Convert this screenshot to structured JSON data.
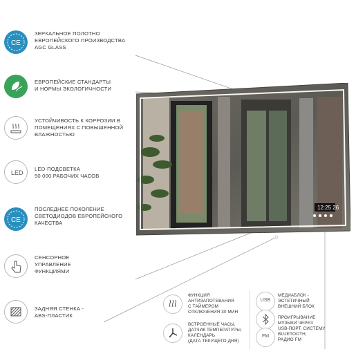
{
  "features": [
    {
      "lines": [
        "ЗЕРКАЛЬНОЕ  ПОЛОТНО",
        "ЕВРОПЕЙСКОГО ПРОИЗВОДСТВА",
        "AGC GLASS"
      ],
      "icon": "ce-mark-icon"
    },
    {
      "lines": [
        "ЕВРОПЕЙСКИЕ СТАНДАРТЫ",
        "И НОРМЫ ЭКОЛОГИЧНОСТИ"
      ],
      "icon": "leaves-icon"
    },
    {
      "lines": [
        "УСТОЙЧИВОСТЬ К КОРРОЗИИ В",
        "ПОМЕЩЕНИЯХ С ПОВЫШЕННОЙ",
        "ВЛАЖНОСТЬЮ"
      ],
      "icon": "steam-icon"
    },
    {
      "lines": [
        "LED-ПОДСВЕТКА",
        "50 000 РАБОЧИХ ЧАСОВ"
      ],
      "icon": "led-icon",
      "icon_label": "LED"
    },
    {
      "lines": [
        "ПОСЛЕДНЕЕ ПОКОЛЕНИЕ",
        "СВЕТОДИОДОВ ЕВРОПЕЙСКОГО",
        "КАЧЕСТВА"
      ],
      "icon": "ce-mark-icon"
    },
    {
      "lines": [
        "СЕНСОРНОЕ",
        "УПРАВЛЕНИЕ",
        "ФУНКЦИЯМИ"
      ],
      "icon": "touch-hand-icon"
    },
    {
      "lines": [
        "ЗАДНЯЯ СТЕНКА -",
        "ABS-ПЛАСТИК"
      ],
      "icon": "back-panel-icon"
    }
  ],
  "bottom": {
    "antifog": {
      "lines": [
        "ФУНКЦИЯ",
        "АНТИЗАПОТЕВАНИЯ",
        "С ТАЙМЕРОМ",
        "ОТКЛЮЧЕНИЯ 30 МИН"
      ],
      "icon": "antifog-icon"
    },
    "clock": {
      "lines": [
        "ВСТРОЕННЫЕ ЧАСЫ,",
        "ДАТЧИК ТЕМПЕРАТУРЫ,",
        "КАЛЕНДАРЬ",
        "(ДАТА ТЕКУЩЕГО ДНЯ)"
      ],
      "icon": "clock-icon"
    },
    "usb": {
      "lines": [
        "МЕДИАБЛОК -",
        "ЭСТЕТИЧНЫЙ",
        "ВНЕШНИЙ БЛОК"
      ],
      "icon": "usb-icon",
      "icon_label": "USB"
    },
    "bluetooth": {
      "lines": [
        "ПРОИГРЫВАНИЕ",
        "МУЗЫКИ ЧЕРЕЗ",
        "USB-ПОРТ, СИСТЕМУ",
        "BLUETOOTH,",
        "РАДИО FM"
      ],
      "icon": "bluetooth-icon"
    },
    "fm": {
      "icon": "fm-icon",
      "icon_label": "FM"
    }
  },
  "mirror_display": {
    "time": "12:25",
    "temp": "26"
  }
}
